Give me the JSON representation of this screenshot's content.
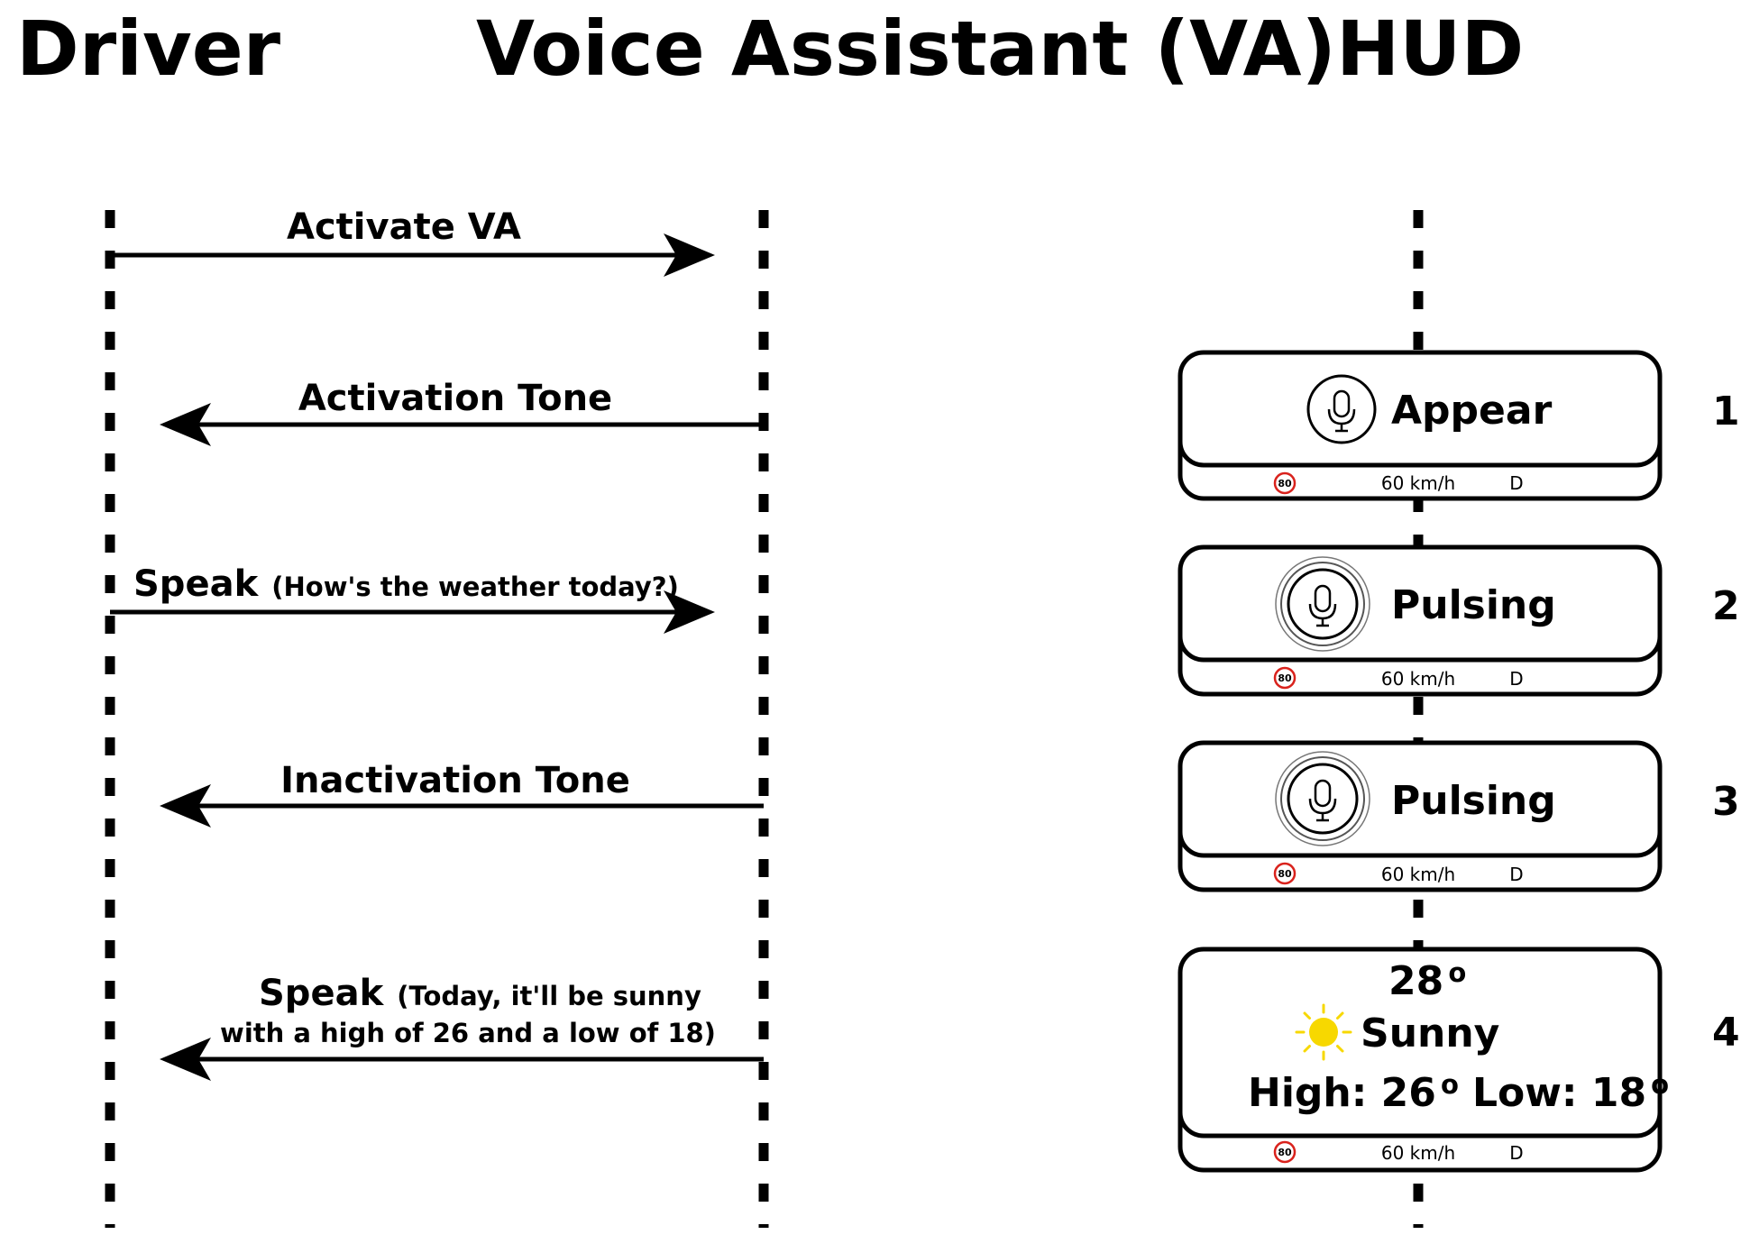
{
  "headers": {
    "driver": "Driver",
    "voice_assistant": "Voice Assistant (VA)",
    "hud": "HUD"
  },
  "messages": [
    {
      "main": "Activate VA",
      "sub": ""
    },
    {
      "main": "Activation Tone",
      "sub": ""
    },
    {
      "main": "Speak",
      "sub": "(How's the weather today?)"
    },
    {
      "main": "Inactivation Tone",
      "sub": ""
    },
    {
      "main": "Speak",
      "sub": "(Today, it'll be sunny",
      "line2": "with a high of 26 and a low of 18)"
    }
  ],
  "hud_states": [
    {
      "step": "1",
      "label": "Appear",
      "icon": "microphone-icon"
    },
    {
      "step": "2",
      "label": "Pulsing",
      "icon": "microphone-pulsing-icon"
    },
    {
      "step": "3",
      "label": "Pulsing",
      "icon": "microphone-pulsing-icon"
    },
    {
      "step": "4",
      "temperature": "28",
      "degree": "o",
      "condition": "Sunny",
      "high_label": "High: 26",
      "low_label": "Low: 18",
      "icon": "sun-icon"
    }
  ],
  "hud_status": {
    "speed_limit": "80",
    "speed": "60 km/h",
    "gear": "D"
  },
  "colors": {
    "line": "#000000",
    "speed_sign_ring": "#d9221c",
    "sun": "#f7d800"
  }
}
